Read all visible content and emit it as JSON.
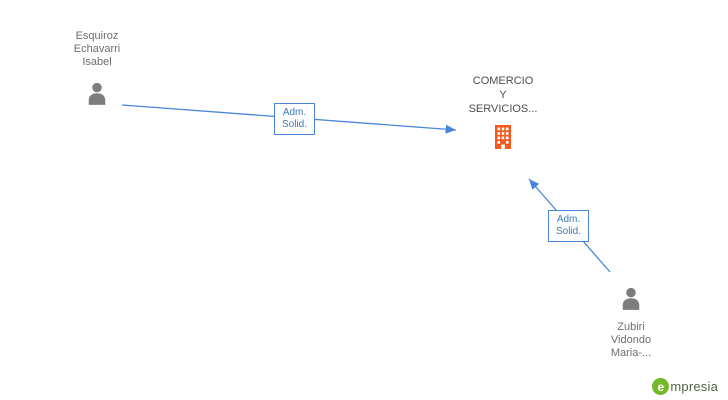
{
  "diagram": {
    "persons": [
      {
        "name_lines": [
          "Esquiroz",
          "Echavarri",
          "Isabel"
        ]
      },
      {
        "name_lines": [
          "Zubiri",
          "Vidondo",
          "Maria-..."
        ]
      }
    ],
    "company": {
      "name_lines": [
        "COMERCIO",
        "Y",
        "SERVICIOS..."
      ]
    },
    "edges": [
      {
        "label_line1": "Adm.",
        "label_line2": "Solid."
      },
      {
        "label_line1": "Adm.",
        "label_line2": "Solid."
      }
    ],
    "colors": {
      "arrow_blue": "#4a86d8",
      "person_gray": "#7d7d7d",
      "building_orange": "#f4581d",
      "label_text_blue": "#3c78b4",
      "person_text_gray": "#6e6e6e",
      "company_text_gray": "#4d4d4d",
      "logo_green": "#76b82a"
    }
  },
  "footer": {
    "logo_symbol": "e",
    "logo_text": "mpresia"
  }
}
